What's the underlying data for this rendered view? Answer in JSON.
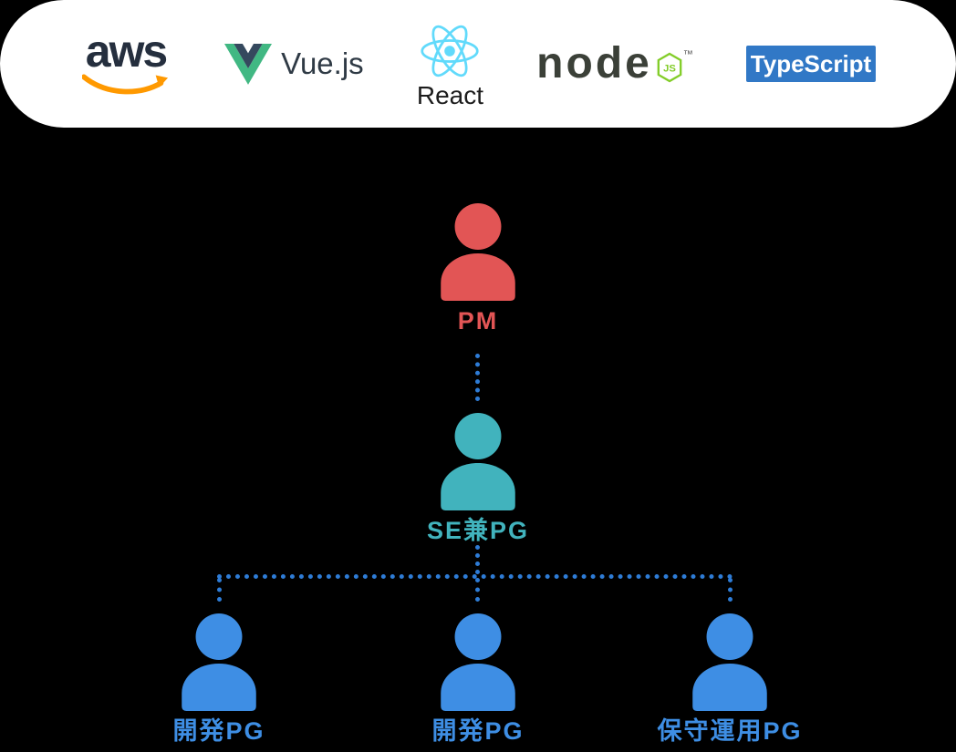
{
  "tech_stack_bar": {
    "aws": {
      "wordmark": "aws",
      "text_color": "#252F3E",
      "smile_color": "#FF9900"
    },
    "vuejs": {
      "label": "Vue.js",
      "text_color": "#2F3A45",
      "green": "#41B883",
      "navy": "#35495E"
    },
    "react": {
      "label": "React",
      "icon_color": "#61DAFB",
      "text_color": "#1C1C1C"
    },
    "nodejs": {
      "wordmark": "node",
      "badge": "JS",
      "trademark": "™",
      "text_color": "#3B4038",
      "badge_color": "#83CD29"
    },
    "typescript": {
      "label": "TypeScript",
      "bg_color": "#3178C6",
      "text_color": "#FFFFFF"
    }
  },
  "org_chart": {
    "connector_color": "#2E7CD6",
    "pm": {
      "label": "PM",
      "color": "#E25555"
    },
    "se": {
      "label": "SE兼PG",
      "color": "#41B3BD"
    },
    "members": [
      {
        "label": "開発PG",
        "color": "#3E8EE4"
      },
      {
        "label": "開発PG",
        "color": "#3E8EE4"
      },
      {
        "label": "保守運用PG",
        "color": "#3E8EE4"
      }
    ]
  }
}
